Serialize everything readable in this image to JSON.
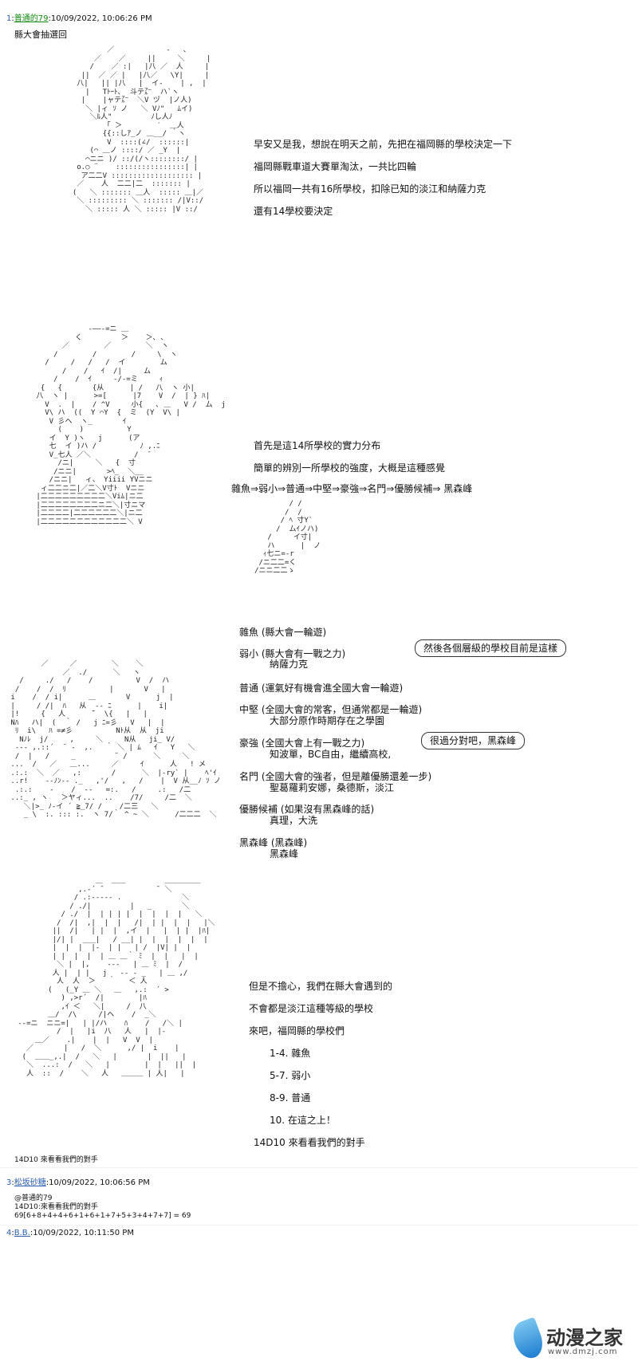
{
  "posts": [
    {
      "num": "1",
      "name": "普通的79",
      "datetime": "10/09/2022, 10:06:26 PM",
      "title": "縣大會抽選回",
      "lines_1": [
        "早安又是我，想說在明天之前，先把在福岡縣的學校決定一下",
        "福岡縣戰車道大賽單淘汰，一共比四輪",
        "所以福岡一共有16所學校，扣除已知的淡江和納薩力克",
        "還有14學校要決定"
      ],
      "lines_2": [
        "首先是這14所學校的實力分布",
        "簡單的辨別一所學校的強度，大概是這種感覺",
        "雜魚⇒弱小⇒普通⇒中堅⇒豪強⇒名門⇒優勝候補⇒ 黑森峰"
      ],
      "tiers": [
        {
          "t": "雜魚 (縣大會一輪遊)",
          "s": ""
        },
        {
          "t": "弱小 (縣大會有一戰之力)",
          "s": "納薩力克"
        },
        {
          "t": "普通 (運氣好有機會進全國大會一輪遊)",
          "s": ""
        },
        {
          "t": "中堅 (全國大會的常客，但通常都是一輪遊)",
          "s": "大部分原作時期存在之學園"
        },
        {
          "t": "豪強 (全國大會上有一戰之力)",
          "s": "知波單，BC自由，繼續高校,"
        },
        {
          "t": "名門 (全國大會的強者，但是離優勝還差一步)",
          "s": "聖葛羅莉安娜，桑德斯，淡江"
        },
        {
          "t": "優勝候補 (如果沒有黑森峰的話)",
          "s": "真理，大洗"
        },
        {
          "t": "黑森峰 (黑森峰)",
          "s": "黑森峰"
        }
      ],
      "bubble_1": "然後各個層級的學校目前是這樣",
      "bubble_2": "很過分對吧，黑森峰",
      "lines_3": [
        "但是不擔心，我們在縣大會遇到的",
        "不會都是淡江這種等級的學校",
        "來吧，福岡縣的學校們"
      ],
      "dice_table": [
        "1-4. 雜魚",
        "5-7. 弱小",
        "8-9. 普通",
        "10. 在這之上！"
      ],
      "dice_cmd": "14D10 來看看我們的對手",
      "footer": "14D10 來看看我們的對手"
    },
    {
      "num": "3",
      "name": "松坂砂糖",
      "datetime": "10/09/2022, 10:06:56 PM",
      "reply_to": "@普通的79",
      "cmd": "14D10:來看看我們的對手",
      "result": "69[6+8+4+4+6+1+6+1+7+5+3+4+7+7] = 69"
    },
    {
      "num": "4",
      "name": "B.B.",
      "datetime": "10/09/2022, 10:11:50 PM"
    }
  ],
  "watermark": {
    "name": "动漫之家",
    "url": "www.dmzj.com"
  },
  "colors": {
    "name_green": "#128a12",
    "link_blue": "#2a5db0"
  }
}
